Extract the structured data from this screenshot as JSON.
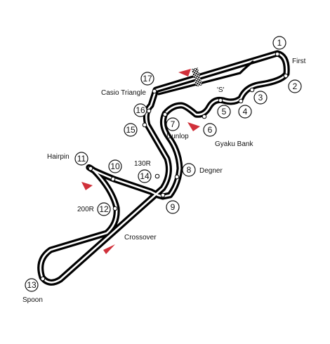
{
  "turns": [
    {
      "number": "1",
      "name": "First"
    },
    {
      "number": "2",
      "name": ""
    },
    {
      "number": "3",
      "name": ""
    },
    {
      "number": "4",
      "name": ""
    },
    {
      "number": "5",
      "name": "'S'"
    },
    {
      "number": "6",
      "name": "Gyaku Bank"
    },
    {
      "number": "7",
      "name": "Dunlop"
    },
    {
      "number": "8",
      "name": "Degner"
    },
    {
      "number": "9",
      "name": ""
    },
    {
      "number": "10",
      "name": ""
    },
    {
      "number": "11",
      "name": "Hairpin"
    },
    {
      "number": "12",
      "name": "200R"
    },
    {
      "number": "13",
      "name": "Spoon"
    },
    {
      "number": "14",
      "name": "130R"
    },
    {
      "number": "15",
      "name": ""
    },
    {
      "number": "16",
      "name": ""
    },
    {
      "number": "17",
      "name": "Casio Triangle"
    }
  ],
  "features": {
    "crossover_label": "Crossover"
  },
  "colors": {
    "track": "#000000",
    "direction_arrows": "#d0303a",
    "start_finish": "checkered"
  }
}
